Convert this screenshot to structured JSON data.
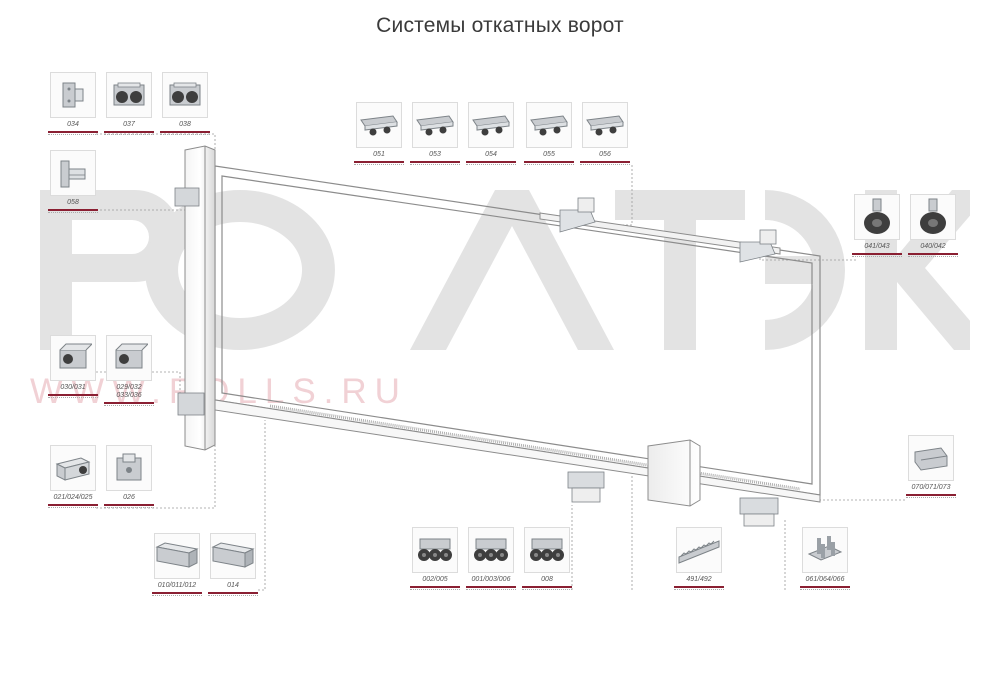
{
  "title": "Системы откатных ворот",
  "watermark": {
    "letters": [
      "Р",
      "О",
      "Л",
      "Т",
      "Э",
      "К"
    ],
    "url": "WWW.ROLLS.RU"
  },
  "colors": {
    "accent": "#8a1f32",
    "watermark_gray": "#e3e3e3",
    "watermark_pink": "#f1d1d5",
    "line": "#9a9a9a",
    "metal": "#c9ccd0",
    "metal_dark": "#7d8388"
  },
  "parts": [
    {
      "code": "034",
      "icon": "bracket-icon"
    },
    {
      "code": "037",
      "icon": "roller-bracket-icon"
    },
    {
      "code": "038",
      "icon": "roller-bracket-icon"
    },
    {
      "code": "058",
      "icon": "wall-bracket-icon"
    },
    {
      "code": "051",
      "icon": "top-guide-icon"
    },
    {
      "code": "053",
      "icon": "top-guide-icon"
    },
    {
      "code": "054",
      "icon": "top-guide-icon"
    },
    {
      "code": "055",
      "icon": "top-guide-icon"
    },
    {
      "code": "056",
      "icon": "top-guide-icon"
    },
    {
      "code": "041/043",
      "icon": "roller-icon"
    },
    {
      "code": "040/042",
      "icon": "roller-icon"
    },
    {
      "code": "030/031",
      "icon": "catcher-icon"
    },
    {
      "code": "029/032\n033/036",
      "icon": "catcher-icon"
    },
    {
      "code": "021/024/025",
      "icon": "end-cap-icon"
    },
    {
      "code": "026",
      "icon": "end-plate-icon"
    },
    {
      "code": "010/011/012",
      "icon": "rail-profile-icon"
    },
    {
      "code": "014",
      "icon": "rail-profile-icon"
    },
    {
      "code": "002/005",
      "icon": "carriage-icon"
    },
    {
      "code": "001/003/006",
      "icon": "carriage-icon"
    },
    {
      "code": "008",
      "icon": "carriage-icon"
    },
    {
      "code": "491/492",
      "icon": "gear-rack-icon"
    },
    {
      "code": "061/064/066",
      "icon": "base-plate-icon"
    },
    {
      "code": "070/071/073",
      "icon": "end-roller-icon"
    }
  ]
}
